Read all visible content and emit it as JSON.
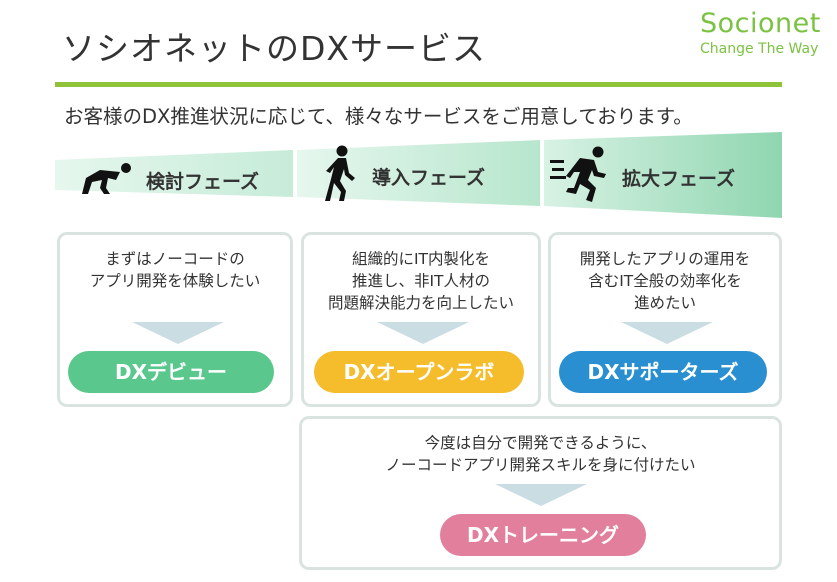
{
  "header": {
    "title": "ソシオネットのDXサービス",
    "logo_name": "Socionet",
    "logo_tagline": "Change The Way"
  },
  "subtitle": "お客様のDX推進状況に応じて、様々なサービスをご用意しております。",
  "phases": [
    {
      "label": "検討フェーズ",
      "icon": "crouching-person-icon"
    },
    {
      "label": "導入フェーズ",
      "icon": "walking-person-icon"
    },
    {
      "label": "拡大フェーズ",
      "icon": "running-person-icon"
    }
  ],
  "cards": [
    {
      "lines": [
        "まずはノーコードの",
        "アプリ開発を体験したい"
      ],
      "service": "DXデビュー",
      "color": "#5ac78d"
    },
    {
      "lines": [
        "組織的にIT内製化を",
        "推進し、非IT人材の",
        "問題解決能力を向上したい"
      ],
      "service": "DXオープンラボ",
      "color": "#f5bd2c"
    },
    {
      "lines": [
        "開発したアプリの運用を",
        "含むIT全般の効率化を",
        "進めたい"
      ],
      "service": "DXサポーターズ",
      "color": "#2a8fd0"
    },
    {
      "lines": [
        "今度は自分で開発できるように、",
        "ノーコードアプリ開発スキルを身に付けたい"
      ],
      "service": "DXトレーニング",
      "color": "#e27f9c"
    }
  ],
  "colors": {
    "accent_green": "#8fc43a",
    "logo_green": "#7cc242",
    "phase_band": "#a6e0c4",
    "card_border": "#d9e4e1",
    "arrow": "#c9dde3"
  }
}
